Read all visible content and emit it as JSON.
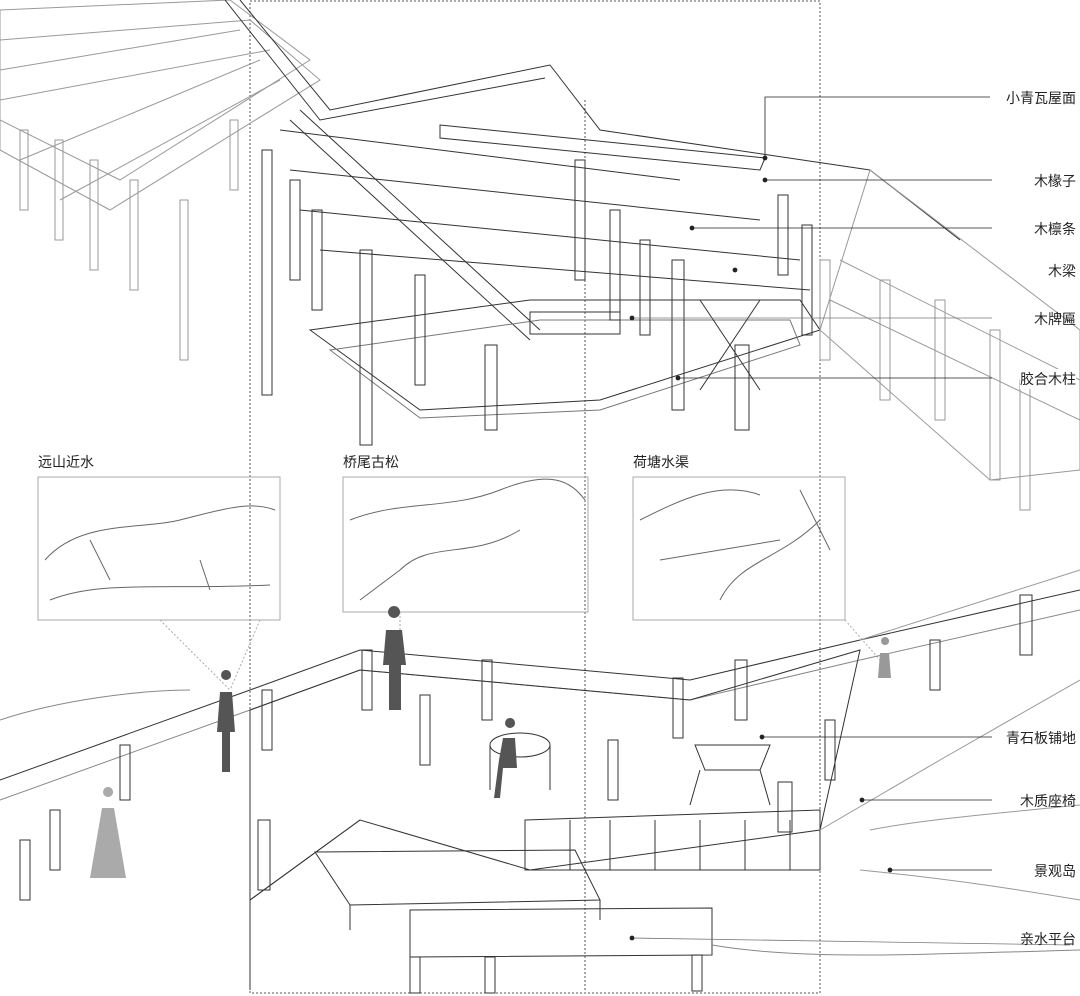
{
  "component_labels": [
    {
      "id": "roof",
      "text": "小青瓦屋面"
    },
    {
      "id": "rafter",
      "text": "木椽子"
    },
    {
      "id": "purlin",
      "text": "木檩条"
    },
    {
      "id": "beam",
      "text": "木梁"
    },
    {
      "id": "plaque",
      "text": "木牌匾"
    },
    {
      "id": "column",
      "text": "胶合木柱"
    },
    {
      "id": "paving",
      "text": "青石板铺地"
    },
    {
      "id": "bench",
      "text": "木质座椅"
    },
    {
      "id": "island",
      "text": "景观岛"
    },
    {
      "id": "platform",
      "text": "亲水平台"
    }
  ],
  "view_sketches": [
    {
      "title": "远山近水"
    },
    {
      "title": "桥尾古松"
    },
    {
      "title": "荷塘水渠"
    }
  ],
  "colors": {
    "line": "#333333",
    "light_line": "#9a9a9a",
    "figure": "#555555"
  }
}
